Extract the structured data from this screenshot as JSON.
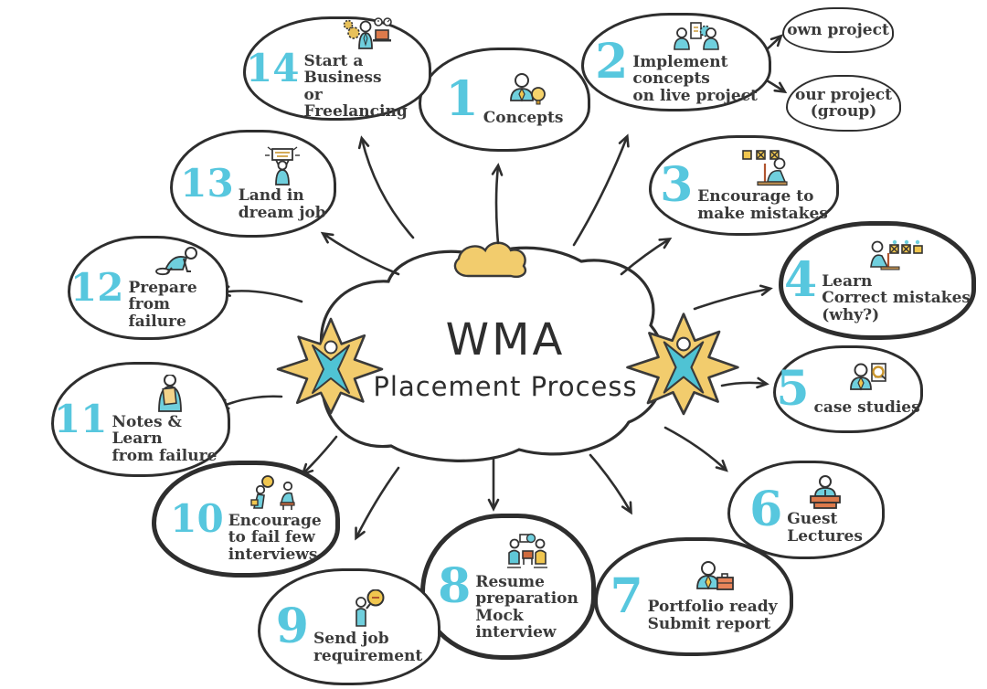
{
  "center": {
    "title": "WMA",
    "subtitle": "Placement Process"
  },
  "colors": {
    "accent_teal": "#57C7DE",
    "icon_teal": "#6FCFDD",
    "yellow": "#F2CC6D",
    "orange": "#DD7A4B",
    "outline": "#2E2E2E",
    "text": "#3A3A3A"
  },
  "nodes": [
    {
      "number": "1",
      "label": "Concepts",
      "icon": "person-idea-icon"
    },
    {
      "number": "2",
      "label": "Implement\nconcepts\non live project",
      "icon": "team-plan-icon"
    },
    {
      "number": "3",
      "label": "Encourage to\nmake mistakes",
      "icon": "desk-mistakes-icon"
    },
    {
      "number": "4",
      "label": "Learn\nCorrect mistakes\n(why?)",
      "icon": "correct-mistakes-icon"
    },
    {
      "number": "5",
      "label": "case studies",
      "icon": "document-search-icon"
    },
    {
      "number": "6",
      "label": "Guest\nLectures",
      "icon": "podium-speaker-icon"
    },
    {
      "number": "7",
      "label": "Portfolio ready\nSubmit report",
      "icon": "person-briefcase-icon"
    },
    {
      "number": "8",
      "label": "Resume\npreparation\nMock\ninterview",
      "icon": "interview-table-icon"
    },
    {
      "number": "9",
      "label": "Send job\nrequirement",
      "icon": "job-search-icon"
    },
    {
      "number": "10",
      "label": "Encourage\nto fail few\ninterviews",
      "icon": "fail-interview-icon"
    },
    {
      "number": "11",
      "label": "Notes & Learn\nfrom failure",
      "icon": "notes-clipboard-icon"
    },
    {
      "number": "12",
      "label": "Prepare\nfrom failure",
      "icon": "getting-up-icon"
    },
    {
      "number": "13",
      "label": "Land in\ndream job",
      "icon": "celebration-sign-icon"
    },
    {
      "number": "14",
      "label": "Start a Business\nor Freelancing",
      "icon": "gears-business-icon"
    }
  ],
  "subnodes": [
    {
      "label": "own project"
    },
    {
      "label": "our project\n(group)"
    }
  ],
  "connections": [
    {
      "from": "center",
      "to": "node-1"
    },
    {
      "from": "center",
      "to": "node-2"
    },
    {
      "from": "center",
      "to": "node-3"
    },
    {
      "from": "center",
      "to": "node-4"
    },
    {
      "from": "center",
      "to": "node-5"
    },
    {
      "from": "center",
      "to": "node-6"
    },
    {
      "from": "center",
      "to": "node-7"
    },
    {
      "from": "center",
      "to": "node-8"
    },
    {
      "from": "center",
      "to": "node-9"
    },
    {
      "from": "center",
      "to": "node-10"
    },
    {
      "from": "center",
      "to": "node-11"
    },
    {
      "from": "center",
      "to": "node-12"
    },
    {
      "from": "center",
      "to": "node-13"
    },
    {
      "from": "center",
      "to": "node-14"
    },
    {
      "from": "node-2",
      "to": "own-project"
    },
    {
      "from": "node-2",
      "to": "our-project-group"
    }
  ]
}
